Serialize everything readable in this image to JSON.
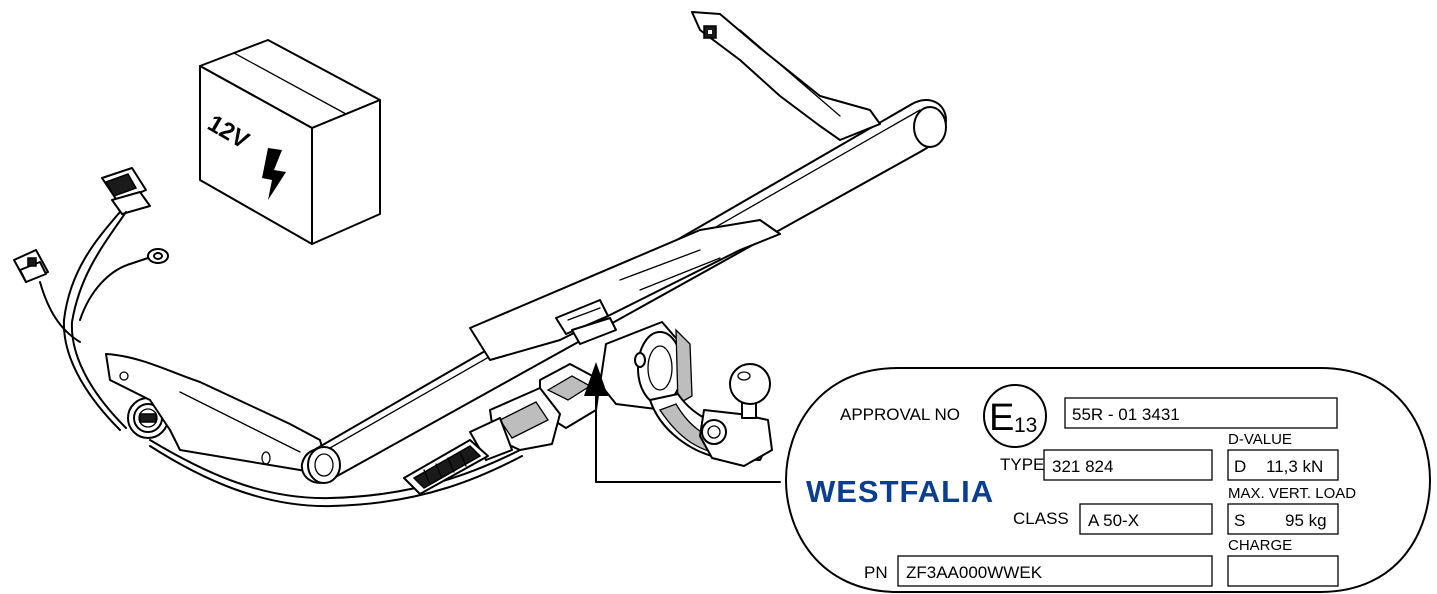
{
  "battery_box": {
    "label": "12V"
  },
  "plate": {
    "approval_label": "APPROVAL NO",
    "e_mark_letter": "E",
    "e_mark_number": "13",
    "approval_number": "55R - 01 3431",
    "brand": "WESTFALIA",
    "type_label": "TYPE",
    "type_value": "321 824",
    "class_label": "CLASS",
    "class_value": "A 50-X",
    "pn_label": "PN",
    "pn_value": "ZF3AA000WWEK",
    "d_value_label": "D-VALUE",
    "d_symbol": "D",
    "d_value": "11,3 kN",
    "max_vert_load_label": "MAX. VERT. LOAD",
    "s_symbol": "S",
    "s_value": "95 kg",
    "charge_label": "CHARGE",
    "charge_value": ""
  },
  "colors": {
    "brand": "#0b3d91",
    "line": "#000000",
    "background": "#ffffff"
  }
}
